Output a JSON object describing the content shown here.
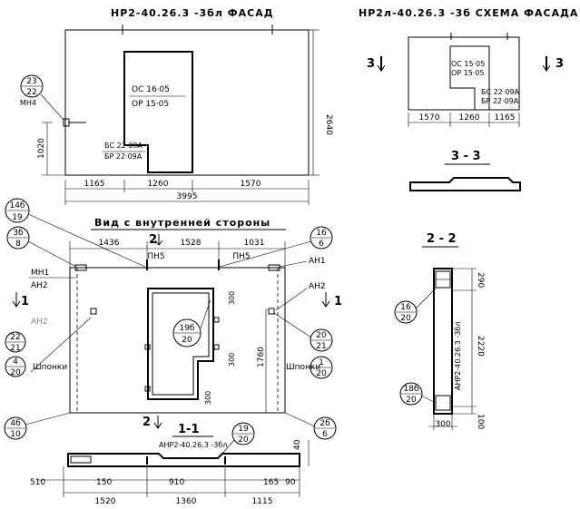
{
  "facade": {
    "title": "НР2-40.26.3 -3бл ФАСАД",
    "opening_labels": [
      "ОС 16·05",
      "ОР 15·05"
    ],
    "window_labels": [
      "БС 22·09А",
      "БР 22·09А"
    ],
    "height_dim": "2640",
    "sill_dim": "1020",
    "bottom_dims": [
      "1165",
      "1260",
      "1570"
    ],
    "total_dim": "3995",
    "callout": {
      "top": "23",
      "bottom": "22",
      "note": "МН4"
    }
  },
  "scheme": {
    "title": "НР2л-40.26.3 -3б СХЕМА ФАСАДА",
    "opening_labels": [
      "ОС 15·05",
      "ОР 15·05"
    ],
    "window_labels": [
      "БС 22·09А",
      "БР 22·09А"
    ],
    "bottom_dims": [
      "1570",
      "1260",
      "1165"
    ],
    "section_mark": "3"
  },
  "section33": {
    "title": "3 - 3"
  },
  "inner": {
    "title": "Вид с внутренней стороны",
    "top_dims": [
      "1436",
      "1528",
      "1031"
    ],
    "pn_labels": [
      "ПН5",
      "ПН5"
    ],
    "section_marks": [
      "2",
      "2",
      "1",
      "1"
    ],
    "left_labels": [
      "МН1",
      "АН2",
      "АН2",
      "Шпонки"
    ],
    "right_labels": [
      "АН1",
      "АН2",
      "Шпонки"
    ],
    "height_dim": "1760",
    "inner_dims": [
      "300",
      "300",
      "300"
    ],
    "callouts": [
      {
        "top": "14б",
        "bottom": "19"
      },
      {
        "top": "3б",
        "bottom": "8"
      },
      {
        "top": "16",
        "bottom": "6"
      },
      {
        "top": "19б",
        "bottom": "20"
      },
      {
        "top": "20",
        "bottom": "21"
      },
      {
        "top": "1",
        "bottom": "20"
      },
      {
        "top": "2б",
        "bottom": "6"
      },
      {
        "top": "4б",
        "bottom": "10"
      },
      {
        "top": "22",
        "bottom": "21"
      },
      {
        "top": "4",
        "bottom": "20"
      }
    ]
  },
  "section11": {
    "title": "1-1",
    "mark": "АНР2-40.26.3 -3бл",
    "dims_top": [
      "510",
      "150",
      "910",
      "165",
      "90"
    ],
    "dims_bottom": [
      "1520",
      "1360",
      "1115"
    ],
    "right_dim": "40",
    "callout": {
      "top": "19",
      "bottom": "20"
    }
  },
  "section22": {
    "title": "2 - 2",
    "mark": "АНР2-40.26.3 -3бл",
    "dims": [
      "290",
      "2220",
      "100"
    ],
    "width_dim": "300",
    "callouts": [
      {
        "top": "16",
        "bottom": "20"
      },
      {
        "top": "18б",
        "bottom": "20"
      }
    ]
  }
}
